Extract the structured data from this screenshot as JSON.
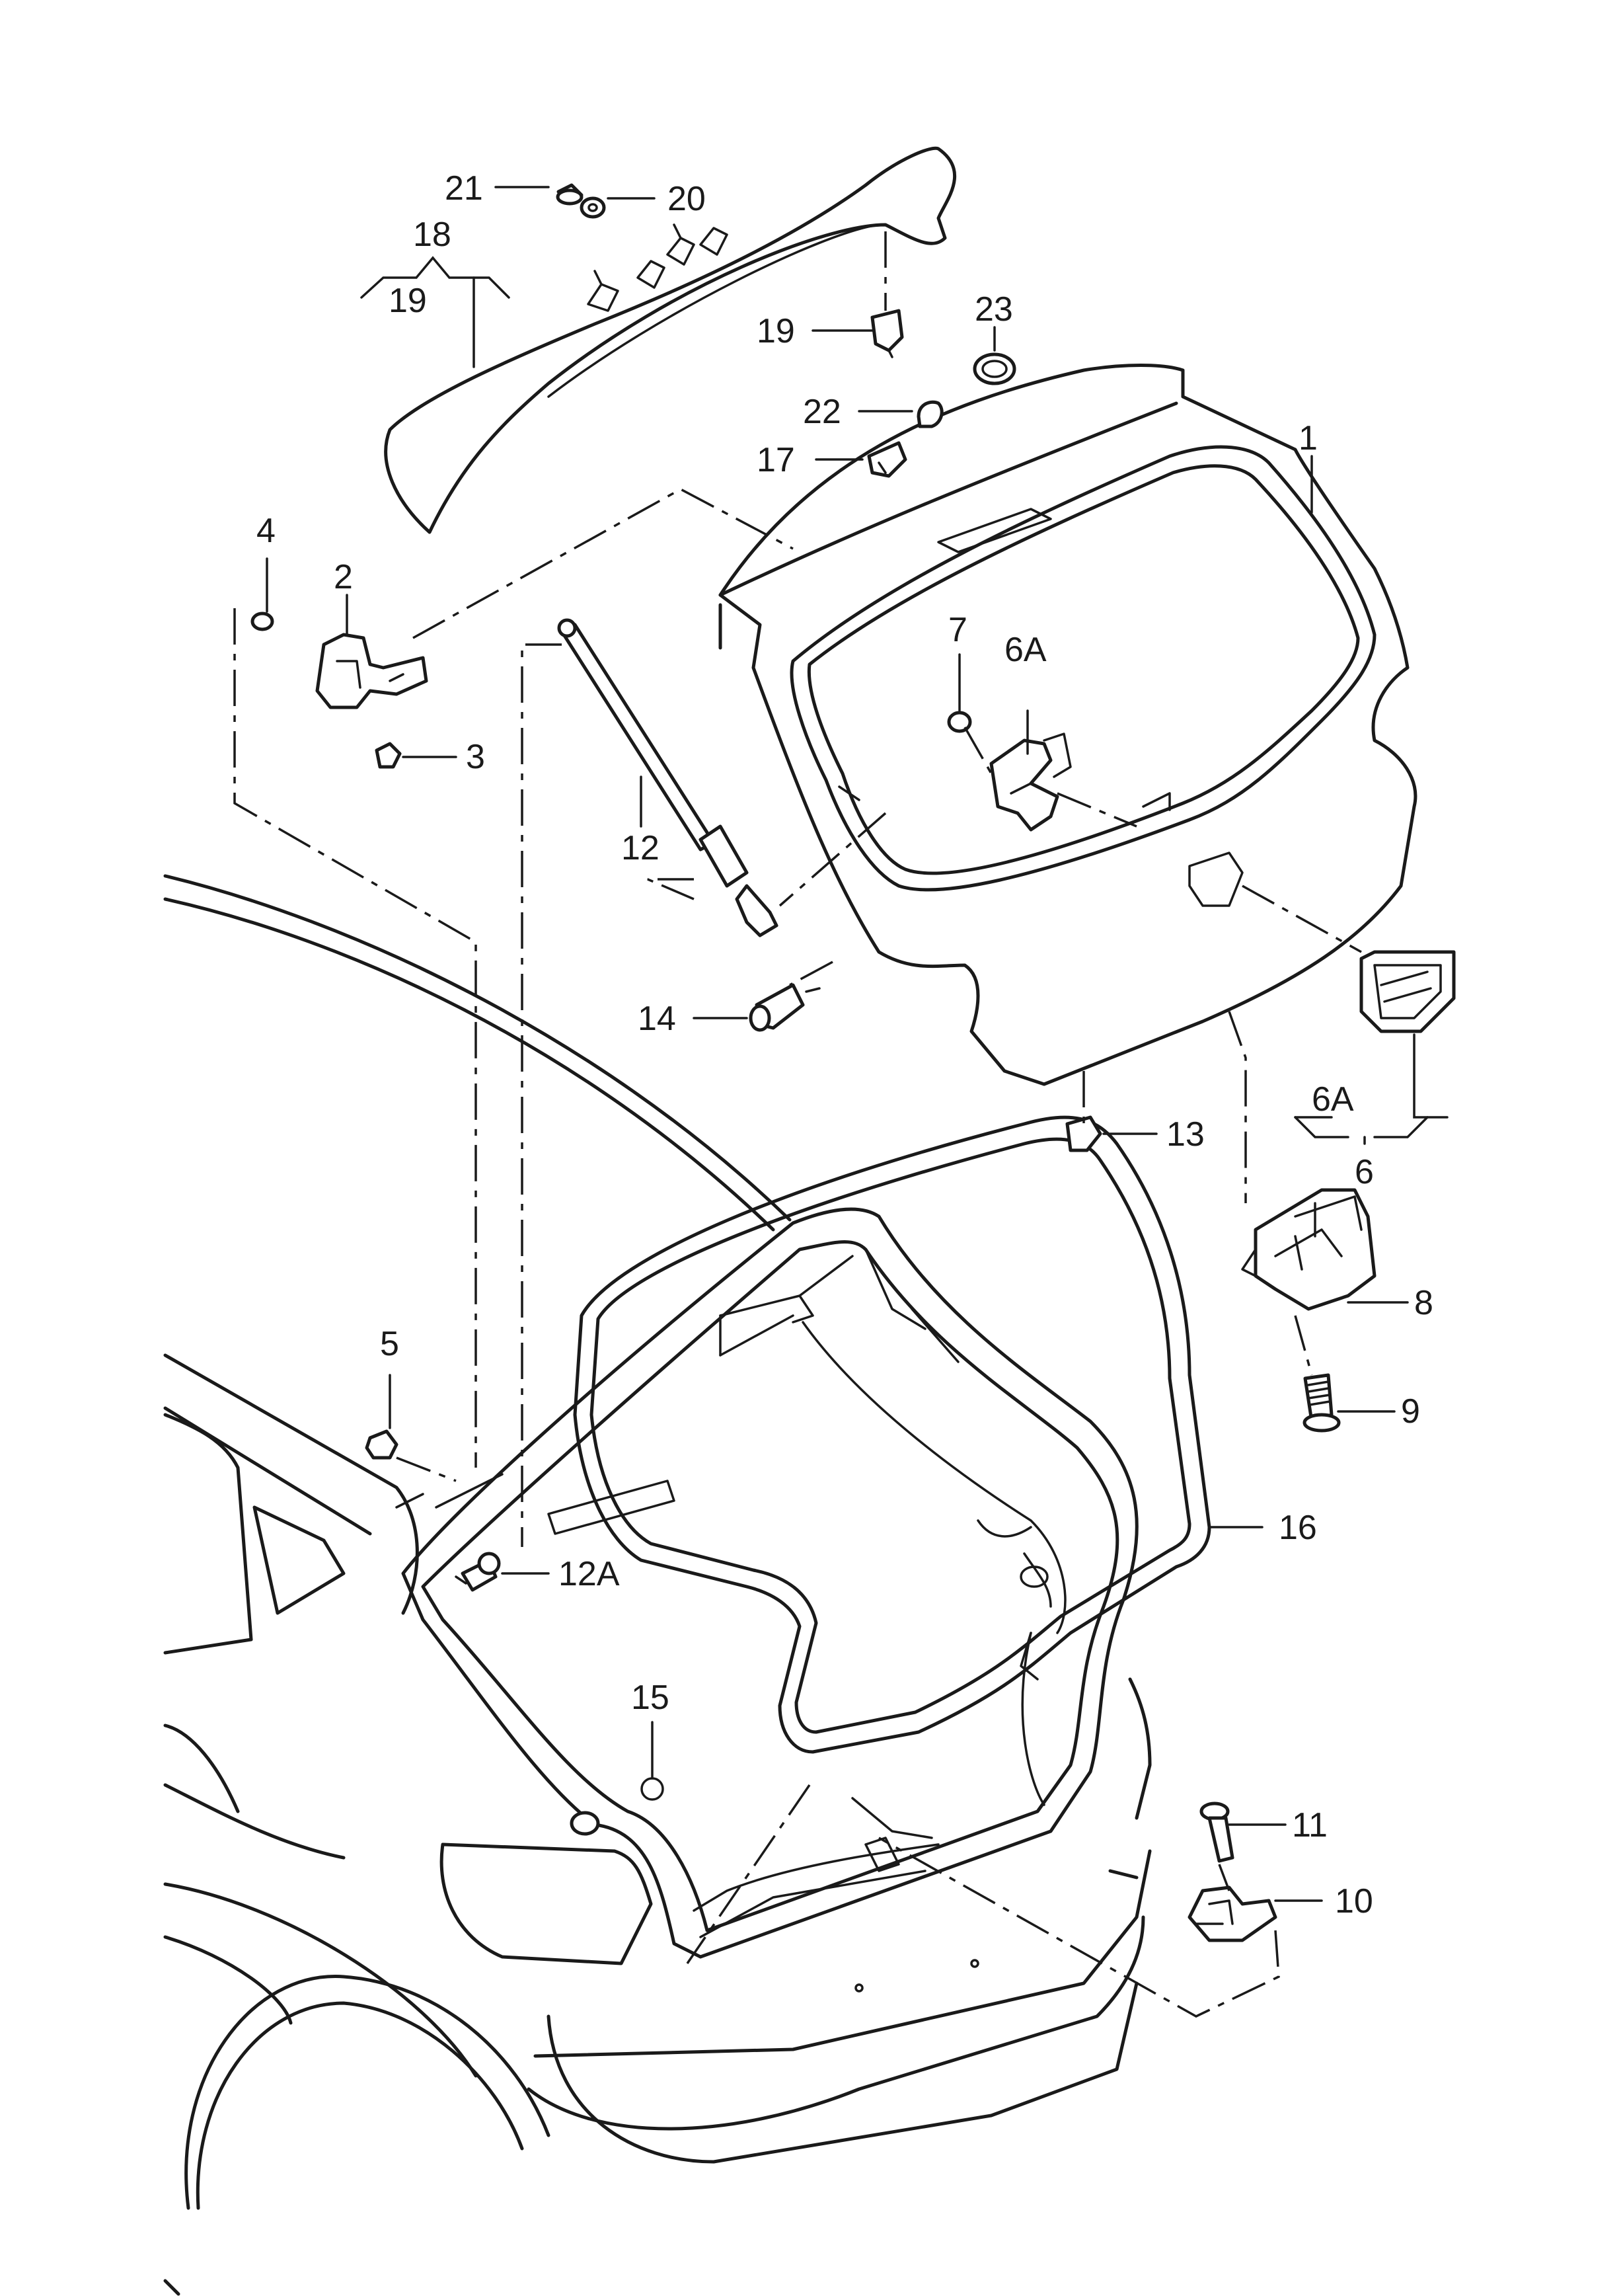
{
  "colors": {
    "line": "#1a1a1a",
    "background": "#ffffff"
  },
  "callouts": {
    "c1": "1",
    "c2": "2",
    "c3": "3",
    "c4": "4",
    "c5": "5",
    "c6": "6",
    "c6A_top": "6A",
    "c6A_bottom": "6A",
    "c7": "7",
    "c8": "8",
    "c9": "9",
    "c10": "10",
    "c11": "11",
    "c12": "12",
    "c12A": "12A",
    "c13": "13",
    "c14": "14",
    "c15": "15",
    "c16": "16",
    "c17": "17",
    "c18": "18",
    "c19_bracket": "19",
    "c19": "19",
    "c20": "20",
    "c21": "21",
    "c22": "22",
    "c23": "23"
  }
}
